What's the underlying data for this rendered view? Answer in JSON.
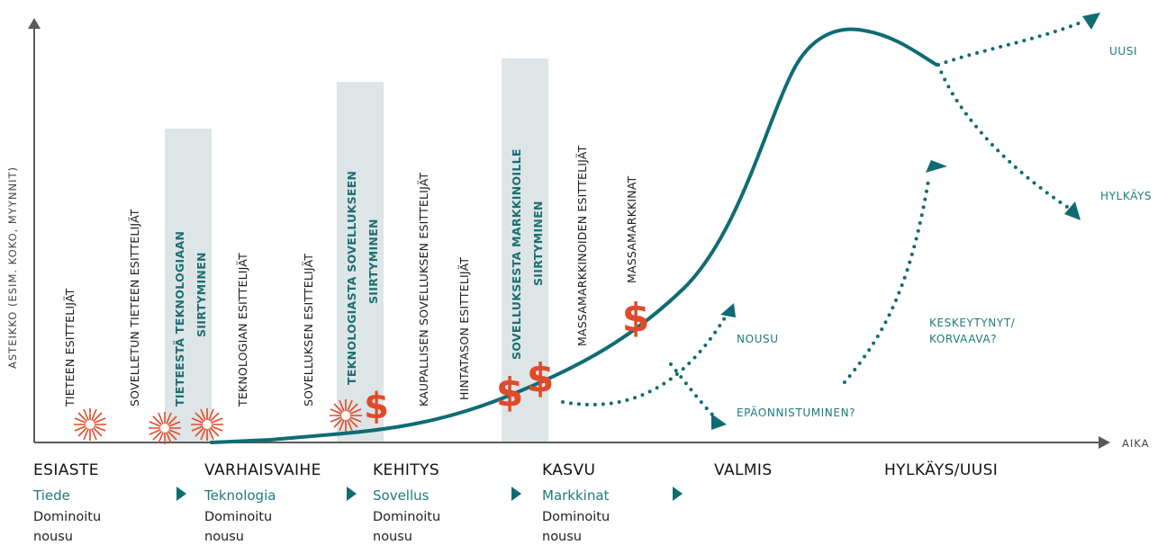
{
  "axes": {
    "y_label": "ASTEIKKO (ESIM. KOKO, MYYNNIT)",
    "x_label": "AIKA"
  },
  "vertical_labels": {
    "tieteen": "TIETEEN ESITTELIJÄT",
    "sovelletun": "SOVELLETUN TIETEEN ESITTELIJÄT",
    "transfer1_line1": "TIETEESTÄ TEKNOLOGIAAN",
    "transfer1_line2": "SIIRTYMINEN",
    "teknologian": "TEKNOLOGIAN ESITTELIJÄT",
    "sovelluksen": "SOVELLUKSEN ESITTELIJÄT",
    "transfer2_line1": "TEKNOLOGIASTA SOVELLUKSEEN",
    "transfer2_line2": "SIIRTYMINEN",
    "kaupallisen": "KAUPALLISEN SOVELLUKSEN ESITTELIJÄT",
    "hintatason": "HINTATASON ESITTELIJÄT",
    "transfer3_line1": "SOVELLUKSESTA MARKKINOILLE",
    "transfer3_line2": "SIIRTYMINEN",
    "massamarkkinoiden": "MASSAMARKKINOIDEN ESITTELIJÄT",
    "massamarkkinat": "MASSAMARKKINAT"
  },
  "outcomes": {
    "nousu": "NOUSU",
    "epaonnistuminen": "EPÄONNISTUMINEN?",
    "keskeytynyt_line1": "KESKEYTYNYT/",
    "keskeytynyt_line2": "KORVAAVA?",
    "uusi": "UUSI",
    "hylkays": "HYLKÄYS"
  },
  "dollar_symbol": "$",
  "stages": [
    {
      "name": "ESIASTE",
      "driver": "Tiede",
      "sub1": "Dominoitu",
      "sub2": "nousu"
    },
    {
      "name": "VARHAISVAIHE",
      "driver": "Teknologia",
      "sub1": "Dominoitu",
      "sub2": "nousu"
    },
    {
      "name": "KEHITYS",
      "driver": "Sovellus",
      "sub1": "Dominoitu",
      "sub2": "nousu"
    },
    {
      "name": "KASVU",
      "driver": "Markkinat",
      "sub1": "Dominoitu",
      "sub2": "nousu"
    },
    {
      "name": "VALMIS"
    },
    {
      "name": "HYLKÄYS/UUSI"
    }
  ],
  "colors": {
    "teal": "#0e6c72",
    "highlight_band": "#dde5e6",
    "accent_red": "#e04a2a",
    "axis": "#5a5a5a"
  }
}
